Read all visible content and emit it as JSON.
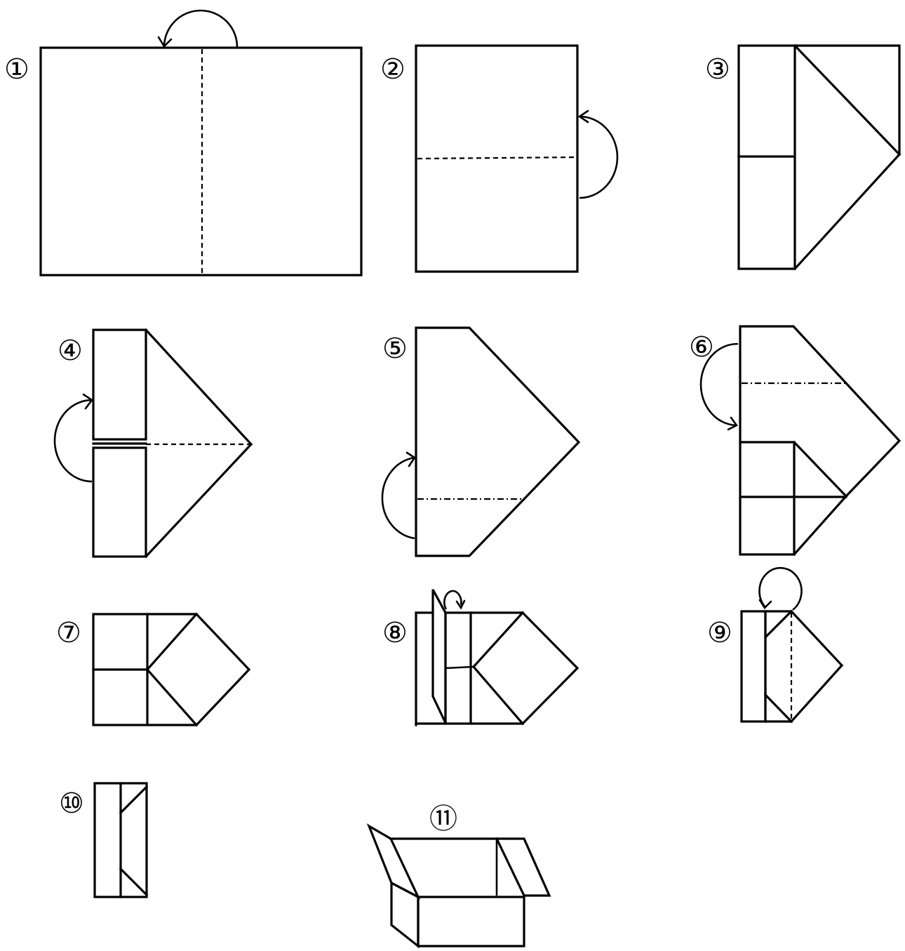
{
  "steps": [
    {
      "id": 1,
      "label": "①"
    },
    {
      "id": 2,
      "label": "②"
    },
    {
      "id": 3,
      "label": "③"
    },
    {
      "id": 4,
      "label": "④"
    },
    {
      "id": 5,
      "label": "⑤"
    },
    {
      "id": 6,
      "label": "⑥"
    },
    {
      "id": 7,
      "label": "⑦"
    },
    {
      "id": 8,
      "label": "⑧"
    },
    {
      "id": 9,
      "label": "⑨"
    },
    {
      "id": 10,
      "label": "⑩"
    },
    {
      "id": 11,
      "label": "⑪"
    }
  ],
  "icons": {
    "fold_arrow": "curved-fold-arrow-icon",
    "valley_fold": "dashed-fold-line",
    "mountain_fold": "dash-dot-fold-line"
  },
  "colors": {
    "ink": "#000000",
    "paper": "#ffffff"
  }
}
